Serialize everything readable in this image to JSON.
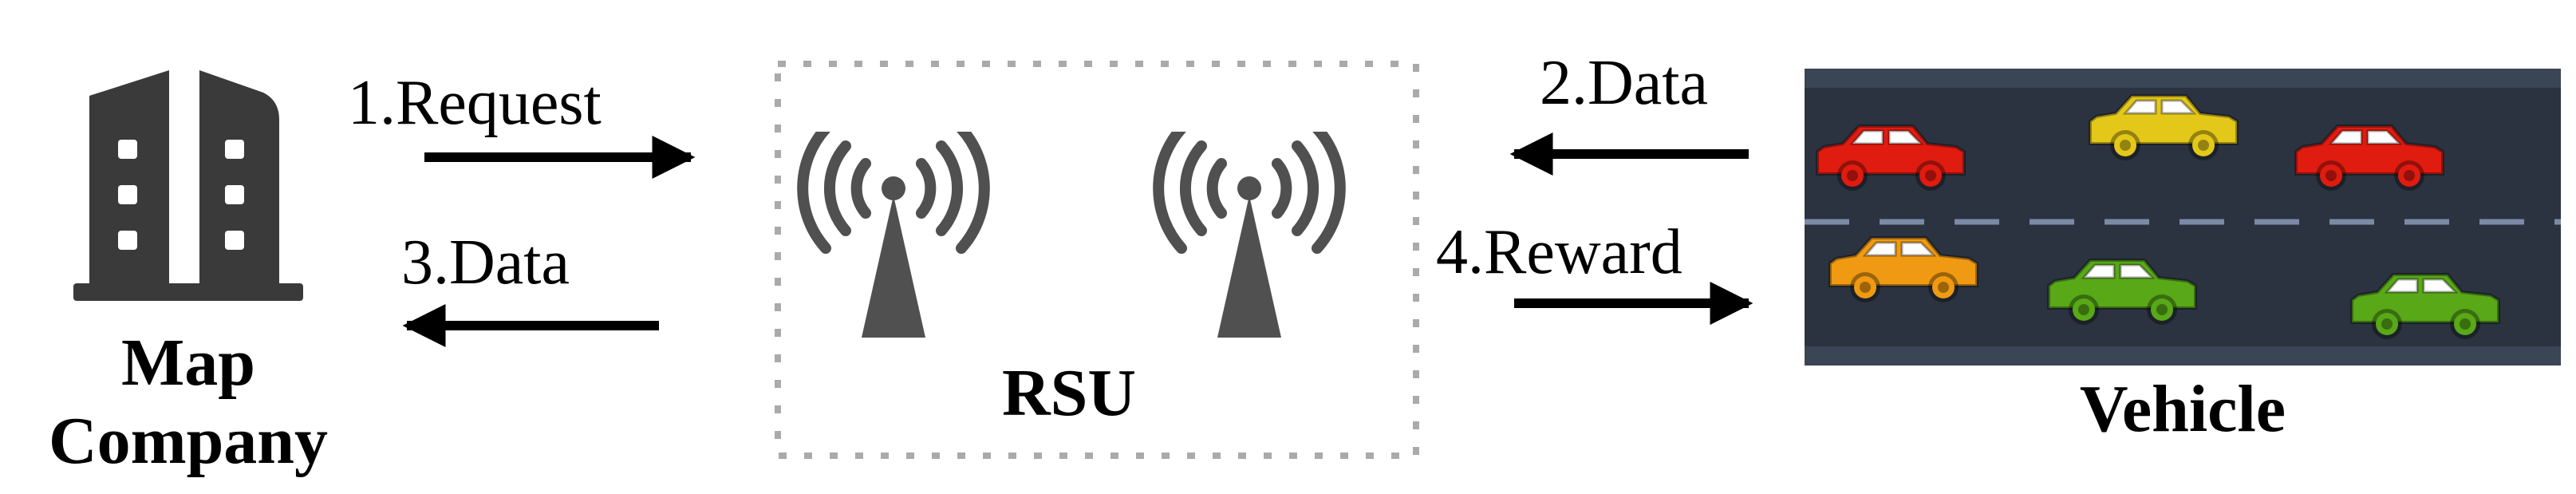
{
  "entities": {
    "map_company": {
      "line1": "Map",
      "line2": "Company"
    },
    "rsu": {
      "label": "RSU"
    },
    "vehicle": {
      "label": "Vehicle"
    }
  },
  "arrows": {
    "request": "1.Request",
    "data_from_vehicle": "2.Data",
    "data_to_company": "3.Data",
    "reward": "4.Reward"
  },
  "colors": {
    "icon_dark": "#3a3a3a",
    "road": "#2b3340",
    "lane_dash": "#7d8aa6",
    "car_red": "#e01b10",
    "car_yellow": "#e3c81a",
    "car_orange": "#ef9a12",
    "car_green": "#58a818",
    "rsu_border": "#aaaaaa"
  },
  "icons": {
    "building": "building-icon",
    "antenna": "antenna-icon",
    "car": "car-icon"
  }
}
